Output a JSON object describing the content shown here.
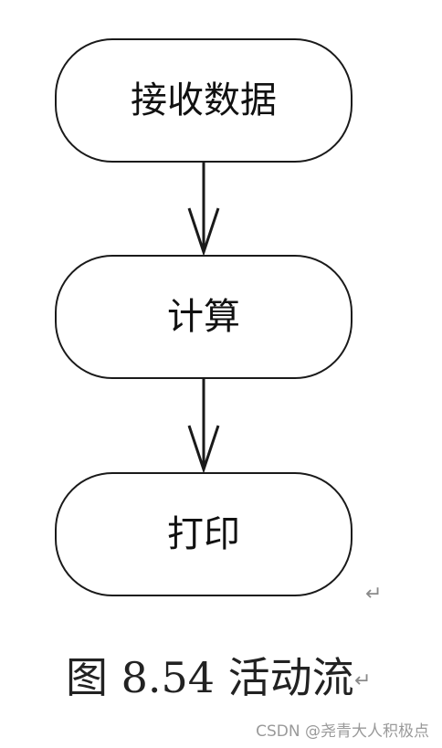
{
  "diagram": {
    "nodes": [
      {
        "id": "receive",
        "label": "接收数据"
      },
      {
        "id": "compute",
        "label": "计算"
      },
      {
        "id": "print",
        "label": "打印"
      }
    ],
    "edges": [
      {
        "from": "receive",
        "to": "compute"
      },
      {
        "from": "compute",
        "to": "print"
      }
    ]
  },
  "caption": {
    "text": "图 8.54 活动流"
  },
  "paragraph_mark": "↵",
  "watermark": {
    "text": "CSDN @尧青大人积极点"
  }
}
